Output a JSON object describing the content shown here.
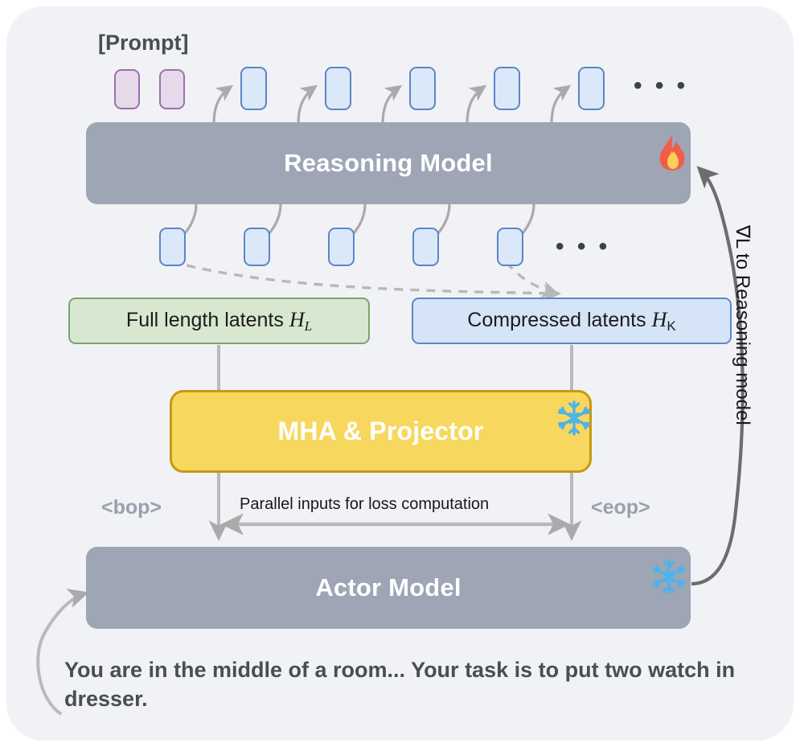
{
  "diagram": {
    "title": "Reasoning-Actor latent compression training pipeline",
    "background_color": "#f1f2f6"
  },
  "labels": {
    "prompt": "[Prompt]",
    "bop": "<bop>",
    "eop": "<eop>",
    "parallel": "Parallel inputs for loss computation",
    "gradient": "∇L to Reasoning model",
    "ellipsis": "• • •"
  },
  "blocks": {
    "reasoning_model": {
      "label": "Reasoning Model",
      "state_icon": "fire-icon",
      "color": "#9ea5b5"
    },
    "actor_model": {
      "label": "Actor Model",
      "state_icon": "snowflake-icon",
      "color": "#9ea5b5"
    },
    "mha_projector": {
      "label": "MHA & Projector",
      "state_icon": "snowflake-icon",
      "color": "#f8d75e",
      "border_color": "#c39a10"
    }
  },
  "latents": {
    "full": {
      "text": "Full length latents",
      "symbol": "H",
      "subscript": "L",
      "color": "#d8e8d0",
      "border_color": "#7ba36a"
    },
    "compressed": {
      "text": "Compressed latents",
      "symbol": "H",
      "subscript": "K",
      "color": "#d6e4f7",
      "border_color": "#5e86c6"
    }
  },
  "task": {
    "text": "You are in the middle of a room... Your task is to put two watch in dresser."
  },
  "tokens": {
    "prompt_count": 2,
    "prompt_color": "#e6d9e9",
    "prompt_border": "#9d6fae",
    "output_count": 5,
    "latent_count": 5,
    "token_color": "#dbe8f9",
    "token_border": "#5b86c4"
  },
  "colors": {
    "fire": "#f05e4a",
    "fire_inner": "#fbd05a",
    "snowflake": "#4fb3e8",
    "arrow": "#aaaaaa",
    "arrow_dark": "#6d6d6d",
    "text": "#4a4d53"
  }
}
